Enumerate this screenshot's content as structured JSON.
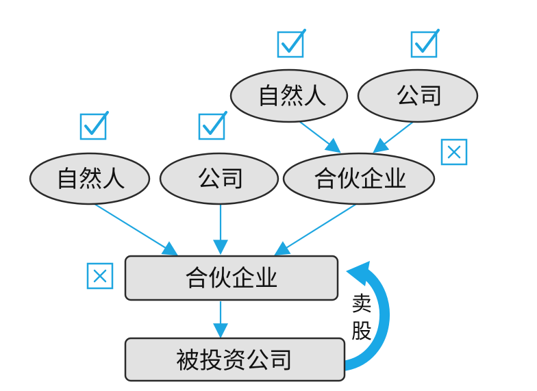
{
  "colors": {
    "node_fill": "#e2e2e2",
    "node_stroke": "#2a2a2a",
    "arrow": "#1ea6e0",
    "curved_arrow": "#1aa8e6",
    "check_mark": "#1ea6e0",
    "cross_mark": "#1ea6e0"
  },
  "icons": {
    "check": "checked-box-icon",
    "cross": "crossed-box-icon"
  },
  "nodes": {
    "person_top": "自然人",
    "company_top": "公司",
    "person_left": "自然人",
    "company_mid": "公司",
    "partnership_upper": "合伙企业",
    "partnership_main": "合伙企业",
    "invested_company": "被投资公司"
  },
  "side_label": {
    "char1": "卖",
    "char2": "股"
  }
}
